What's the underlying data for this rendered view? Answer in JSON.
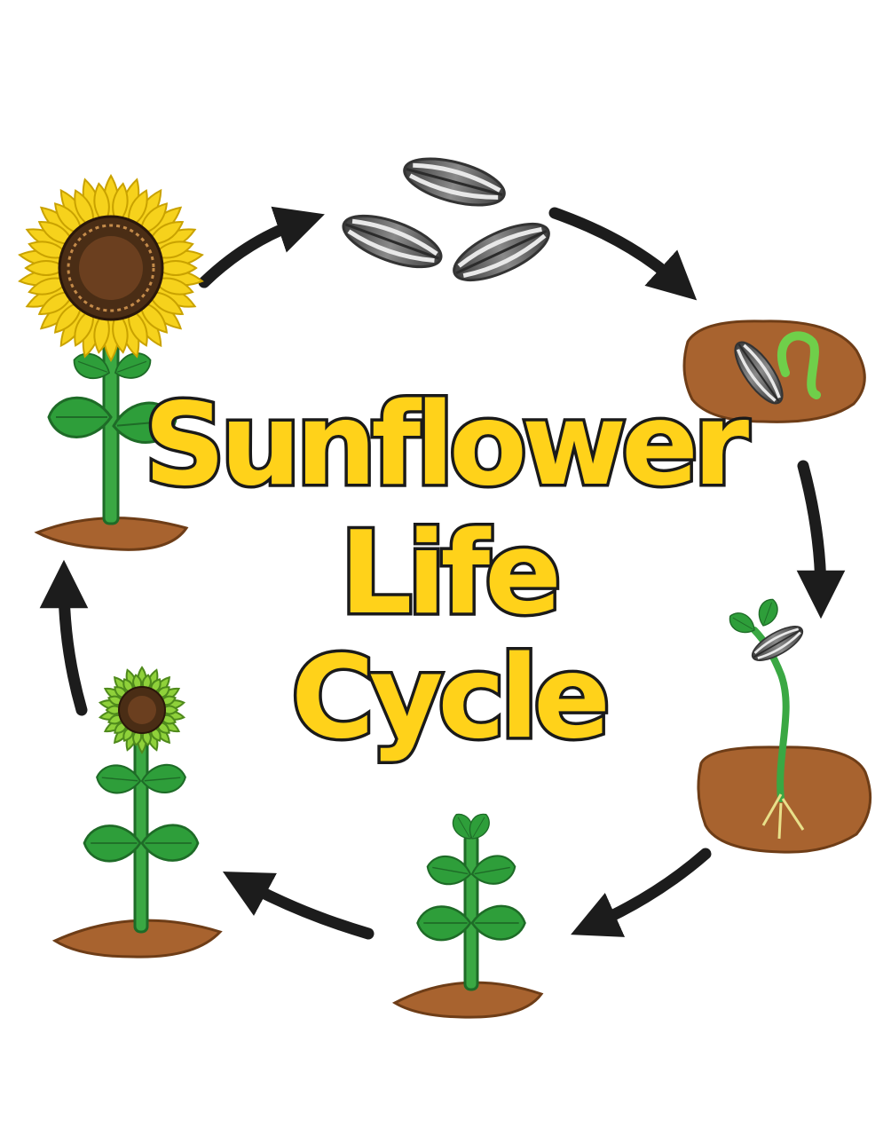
{
  "title": {
    "line1": "Sunflower",
    "line2": "Life",
    "line3": "Cycle"
  },
  "colors": {
    "title_fill": "#ffd21a",
    "outline": "#1a1a1a",
    "arrow": "#1c1c1c",
    "soil": "#a8632f",
    "leaf": "#2e9e3a",
    "stem": "#3aa843",
    "petal": "#f6d21c",
    "disc": "#6b3f1f",
    "seed": "#5a5a5a"
  },
  "stages": [
    {
      "id": "mature-flower",
      "icon": "sunflower-icon"
    },
    {
      "id": "seeds",
      "icon": "seed-icon"
    },
    {
      "id": "germination",
      "icon": "sprouting-seed-icon"
    },
    {
      "id": "seedling",
      "icon": "seedling-icon"
    },
    {
      "id": "young-plant",
      "icon": "young-plant-icon"
    },
    {
      "id": "budding-plant",
      "icon": "budding-plant-icon"
    }
  ]
}
